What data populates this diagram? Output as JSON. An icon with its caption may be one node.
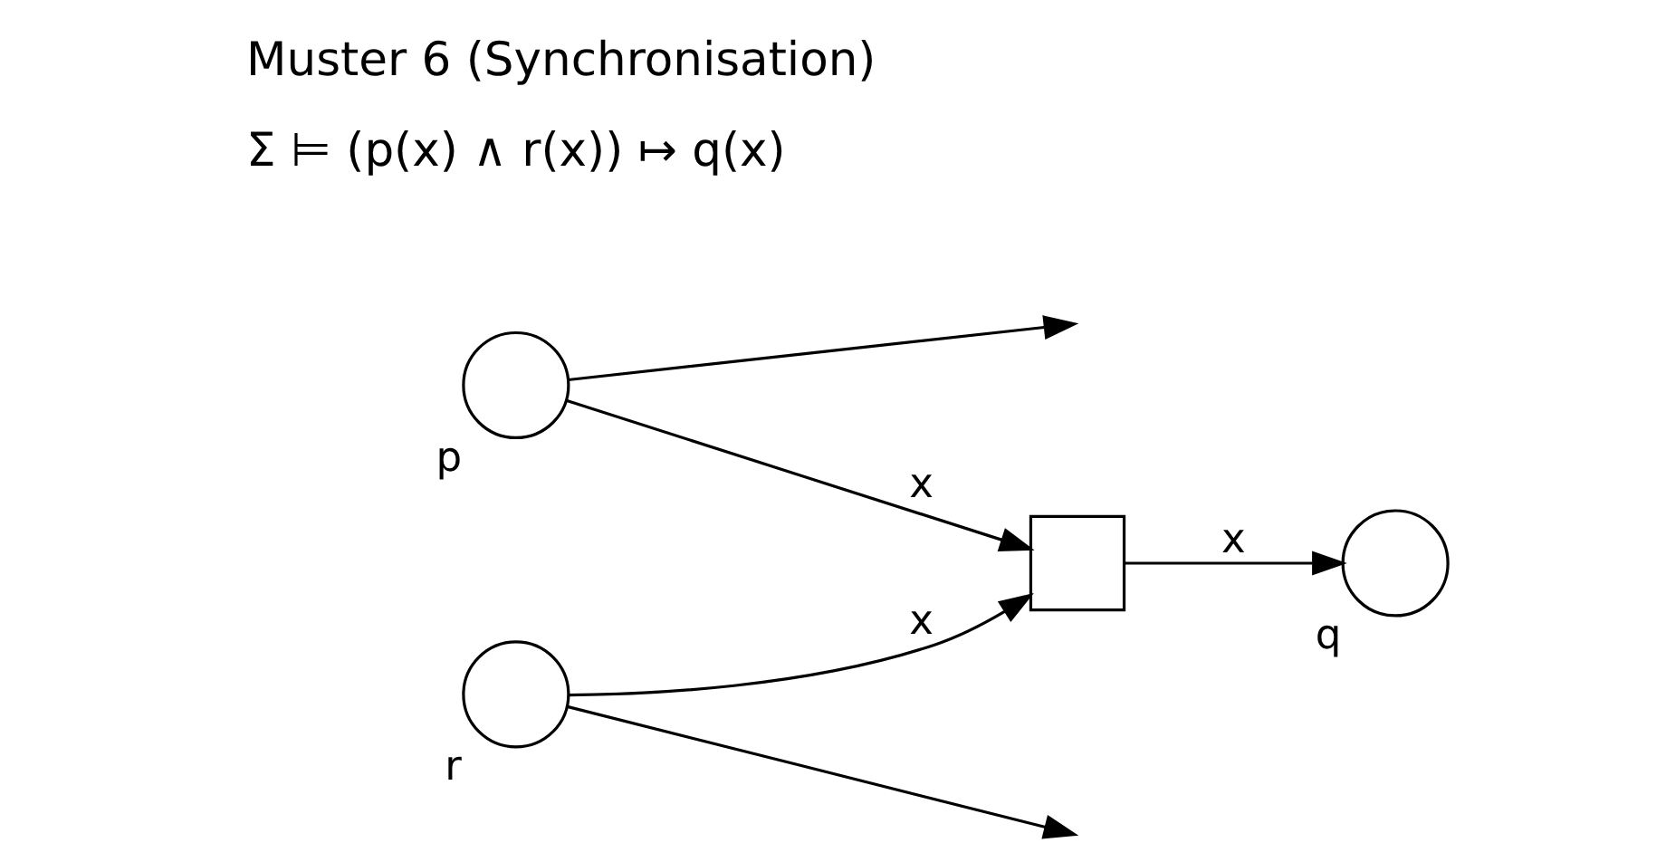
{
  "diagram": {
    "title": "Muster 6 (Synchronisation)",
    "nodes": [
      {
        "text": [],
        "shape": "circle",
        "beside": [
          "p"
        ]
      },
      {
        "text": [],
        "shape": "box"
      },
      {
        "text": [],
        "shape": "circle",
        "beside": [
          "q"
        ]
      },
      {
        "text": [],
        "shape": "circle",
        "beside": [
          "r"
        ]
      }
    ],
    "edges": [
      {
        "from": 0,
        "to": 1,
        "arrow": "to",
        "label": "x"
      },
      {
        "from": 1,
        "to": 2,
        "arrow": "to",
        "label": "x"
      },
      {
        "from": 3,
        "to": 1,
        "arrow": "to",
        "label": "x"
      },
      {
        "from": 0,
        "to": null,
        "arrow": "to"
      },
      {
        "from": 3,
        "to": null,
        "arrow": "to"
      }
    ],
    "labels": [
      "Σ ⊨ (p(x) ∧ r(x)) ↦ q(x)"
    ]
  }
}
